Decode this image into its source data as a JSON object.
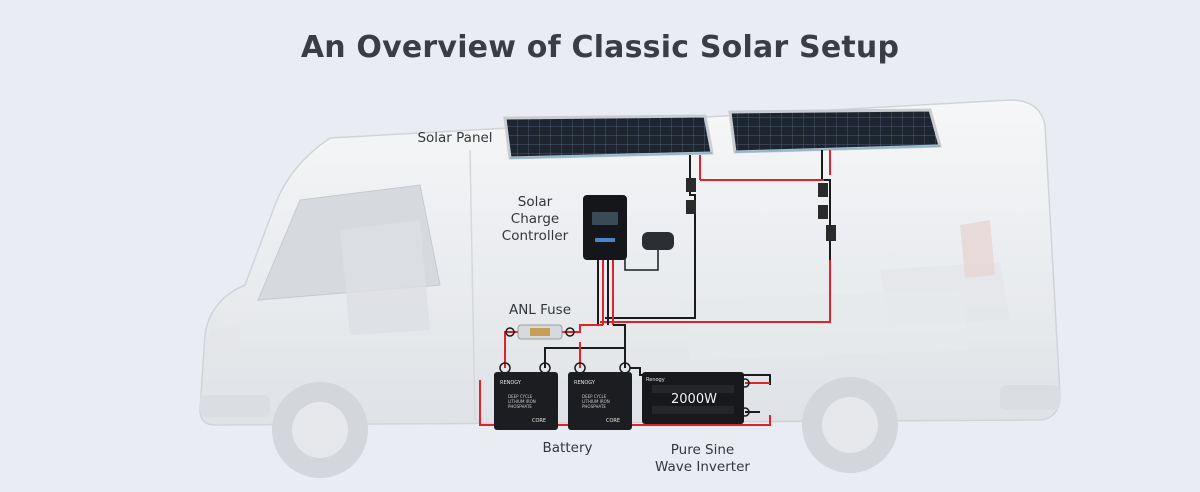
{
  "title": "An Overview of Classic Solar Setup",
  "labels": {
    "solar_panel": "Solar Panel",
    "charge_controller": [
      "Solar",
      "Charge",
      "Controller"
    ],
    "anl_fuse": "ANL Fuse",
    "battery": "Battery",
    "inverter": [
      "Pure Sine",
      "Wave Inverter"
    ]
  },
  "devices": {
    "battery_brand": "RENOGY",
    "battery_text": [
      "DEEP CYCLE",
      "LITHIUM IRON",
      "PHOSPHATE"
    ],
    "battery_series": "CORE",
    "inverter_brand": "Renogy",
    "inverter_rating": "2000W"
  },
  "colors": {
    "positive_wire": "#e0232b",
    "negative_wire": "#1b1b1b",
    "panel_cell": "#1d2531",
    "panel_frame": "#c9ccd1",
    "van_body": "#f5f6f7"
  }
}
